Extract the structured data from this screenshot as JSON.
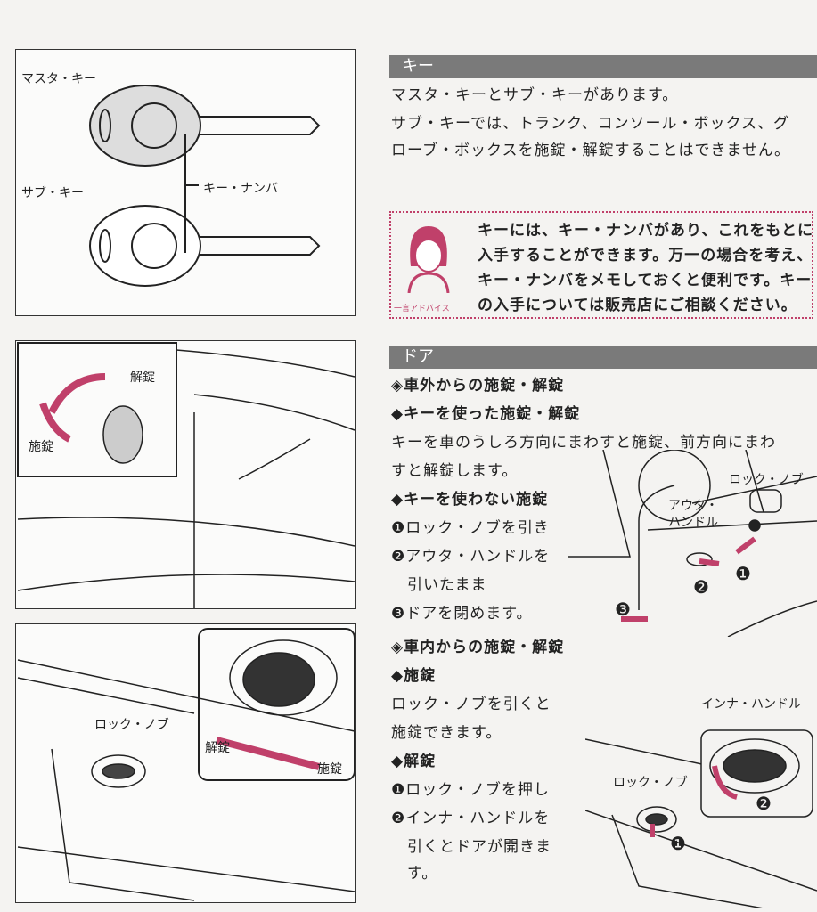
{
  "left_panels": {
    "keys": {
      "master_key": "マスタ・キー",
      "sub_key": "サブ・キー",
      "key_number": "キー・ナンバ"
    },
    "door_key": {
      "unlock": "解錠",
      "lock": "施錠"
    },
    "lock_knob": {
      "lock_knob": "ロック・ノブ",
      "unlock": "解錠",
      "lock": "施錠"
    }
  },
  "key_section": {
    "title": "キー",
    "lines": [
      "マスタ・キーとサブ・キーがあります。",
      "サブ・キーでは、トランク、コンソール・ボックス、グ",
      "ローブ・ボックスを施錠・解錠することはできません。"
    ],
    "advice": {
      "caption": "一言アドバイス",
      "lines": [
        "キーには、キー・ナンバがあり、これをもとに",
        "入手することができます。万一の場合を考え、",
        "キー・ナンバをメモしておくと便利です。キー",
        "の入手については販売店にご相談ください。"
      ]
    }
  },
  "door_section": {
    "title": "ドア",
    "outside_heading": "◈車外からの施錠・解錠",
    "with_key_heading": "◆キーを使った施錠・解錠",
    "with_key_lines": [
      "キーを車のうしろ方向にまわすと施錠、前方向にまわ",
      "すと解錠します。"
    ],
    "without_key_heading": "◆キーを使わない施錠",
    "without_key_steps": [
      "❶ロック・ノブを引き",
      "❷アウタ・ハンドルを",
      "　引いたまま",
      "❸ドアを閉めます。"
    ],
    "fig_outside": {
      "lock_knob": "ロック・ノブ",
      "outer_handle_1": "アウタ・",
      "outer_handle_2": "ハンドル",
      "n1": "❶",
      "n2": "❷",
      "n3": "❸"
    },
    "inside_heading": "◈車内からの施錠・解錠",
    "lock_heading": "◆施錠",
    "lock_lines": [
      "ロック・ノブを引くと",
      "施錠できます。"
    ],
    "unlock_heading": "◆解錠",
    "unlock_steps": [
      "❶ロック・ノブを押し",
      "❷インナ・ハンドルを",
      "　引くとドアが開きま",
      "　す。"
    ],
    "fig_inside": {
      "inner_handle": "インナ・ハンドル",
      "lock_knob": "ロック・ノブ",
      "n1": "❶",
      "n2": "❷"
    }
  },
  "colors": {
    "accent": "#c0406a",
    "bar": "#7a7a7a"
  }
}
